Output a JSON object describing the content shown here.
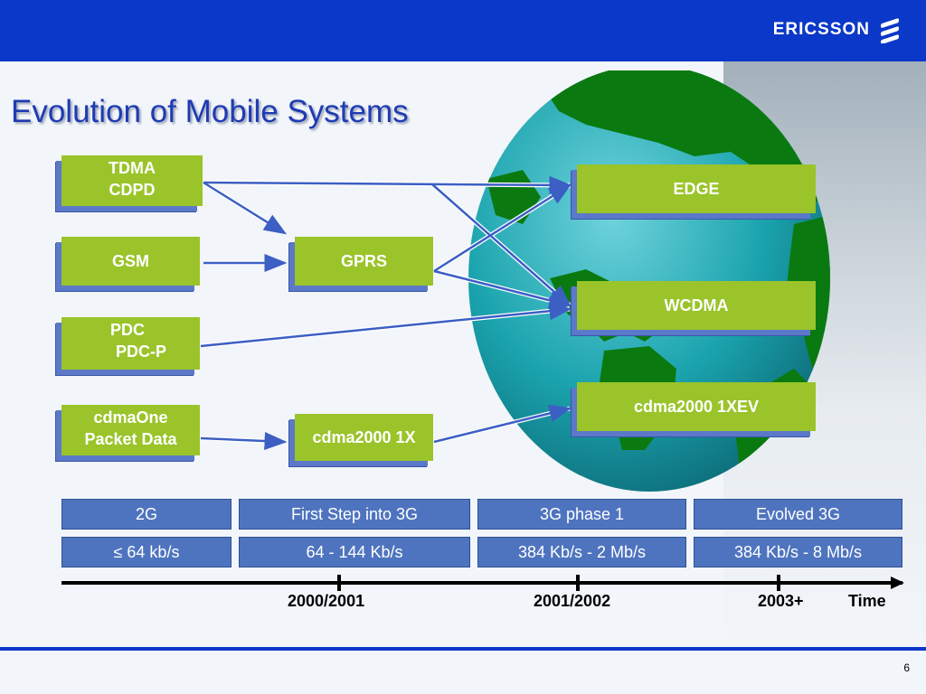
{
  "header": {
    "brand": "ERICSSON"
  },
  "title": "Evolution of Mobile Systems",
  "boxes": {
    "tdma": [
      "TDMA",
      "CDPD"
    ],
    "gsm": [
      "GSM"
    ],
    "pdc": [
      "PDC",
      "PDC-P"
    ],
    "cdmaone": [
      "cdmaOne",
      "Packet Data"
    ],
    "gprs": [
      "GPRS"
    ],
    "cdma1x": [
      "cdma2000 1X"
    ],
    "edge": [
      "EDGE"
    ],
    "wcdma": [
      "WCDMA"
    ],
    "cdmaxev": [
      "cdma2000 1XEV"
    ]
  },
  "generations": [
    "2G",
    "First Step into 3G",
    "3G phase 1",
    "Evolved 3G"
  ],
  "rates": [
    "≤ 64 kb/s",
    "64 - 144 Kb/s",
    "384 Kb/s - 2 Mb/s",
    "384 Kb/s - 8 Mb/s"
  ],
  "timeline": {
    "ticks": [
      "2000/2001",
      "2001/2002",
      "2003+"
    ],
    "axis_label": "Time"
  },
  "colors": {
    "header": "#0b38c8",
    "box": "#9ac42a",
    "cell": "#4f74bf",
    "ocean": "#1aa3ad",
    "land": "#0a7a10"
  },
  "page_number": "6"
}
